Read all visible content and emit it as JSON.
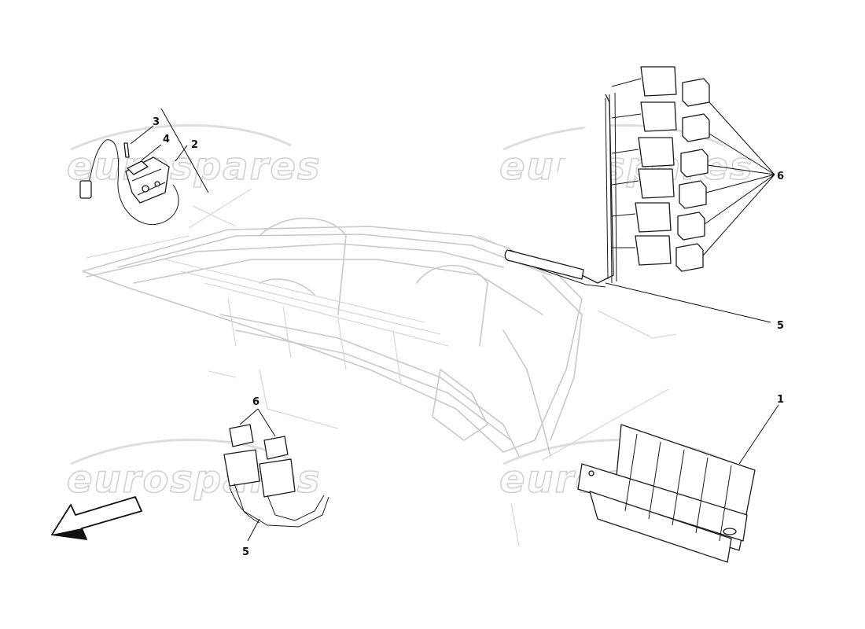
{
  "watermark": {
    "text": "eurospares"
  },
  "callouts": {
    "c1": "1",
    "c2": "2",
    "c3": "3",
    "c4": "4",
    "c5_top": "5",
    "c5_bottom": "5",
    "c6_top": "6",
    "c6_bottom": "6"
  },
  "colors": {
    "line": "#1a1a1a",
    "frame": "#c9c9c9",
    "watermark": "#d2d2d2",
    "background": "#ffffff"
  },
  "icons": {
    "direction": "front-direction-arrow-icon"
  }
}
